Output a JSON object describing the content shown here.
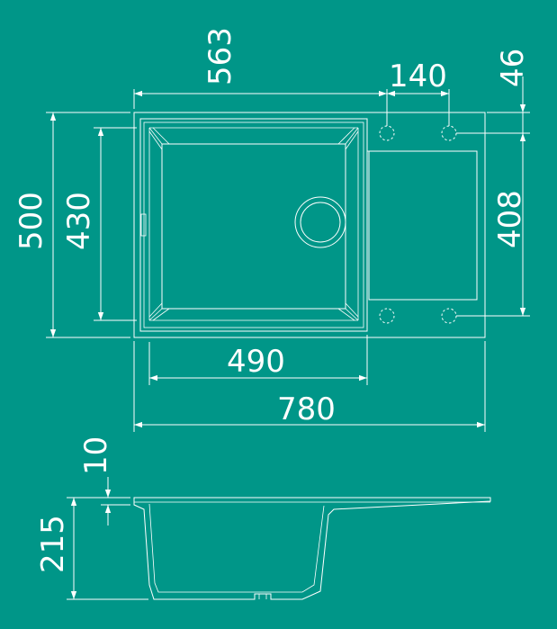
{
  "drawing": {
    "background_color": "#009688",
    "line_color": "#ffffff",
    "top_view": {
      "dim_width_bowl_top": "563",
      "dim_hole_spacing": "140",
      "dim_hole_offset": "46",
      "dim_overall_depth": "500",
      "dim_bowl_depth": "430",
      "dim_drainer_depth": "408",
      "dim_bowl_width": "490",
      "dim_overall_width": "780"
    },
    "side_view": {
      "dim_rim_thickness": "10",
      "dim_bowl_height": "215"
    }
  }
}
